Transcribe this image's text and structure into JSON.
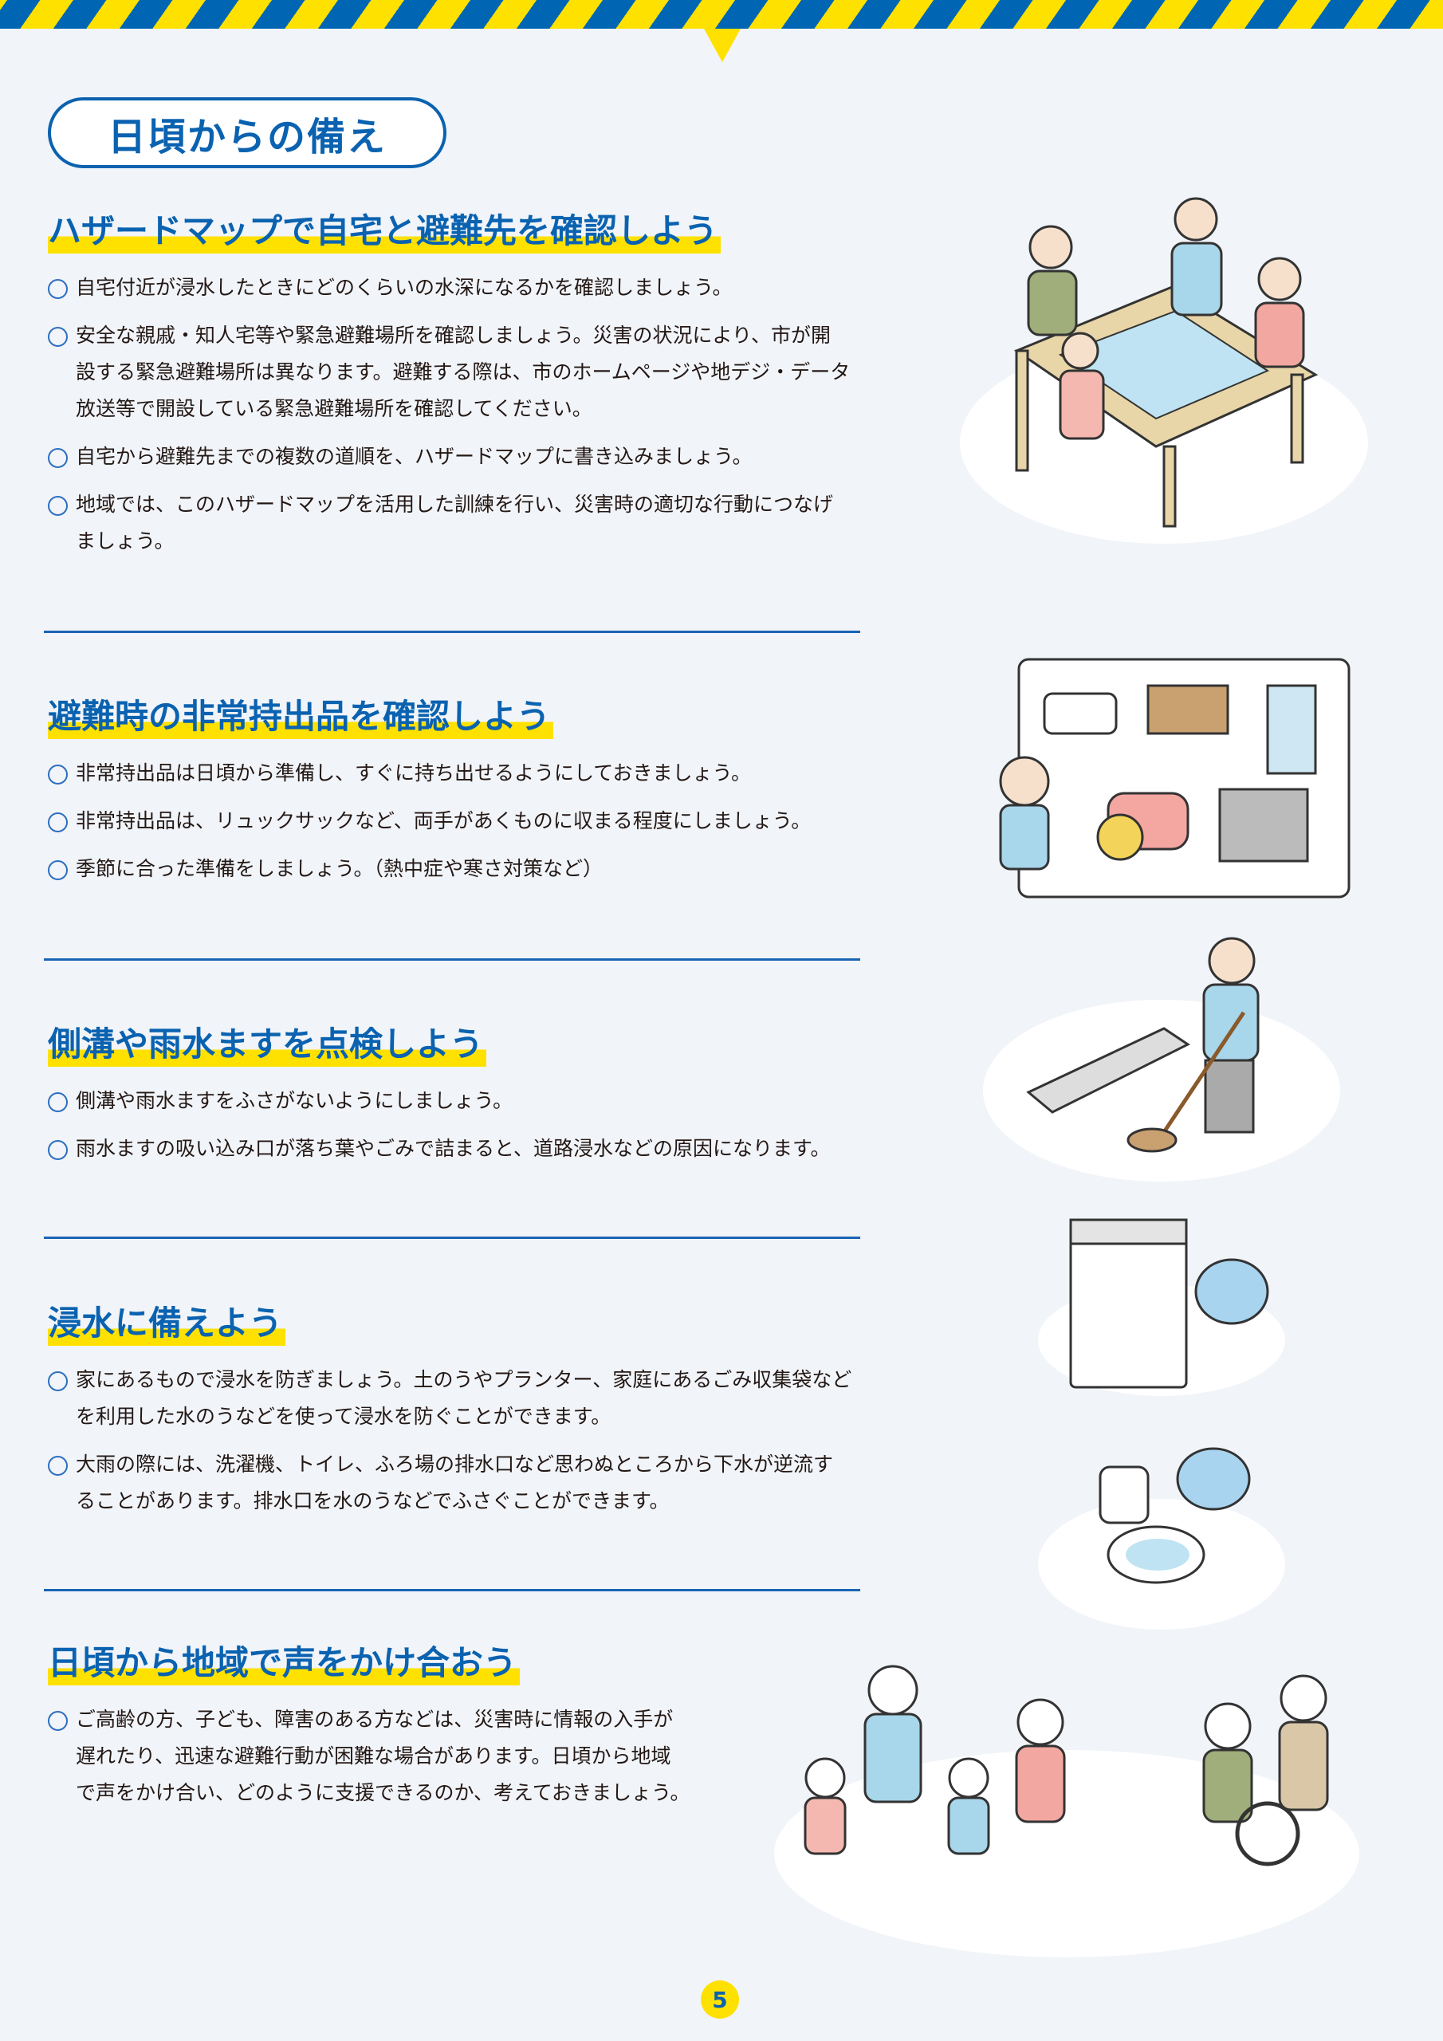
{
  "page_title": "日頃からの備え",
  "sections": [
    {
      "heading": "ハザードマップで自宅と避難先を確認しよう",
      "items": [
        [
          "自宅付近が浸水したときにどのくらいの水深になるかを確認しましょう。"
        ],
        [
          "安全な親戚・知人宅等や緊急避難場所を確認しましょう。災害の状況により、市が開",
          "設する緊急避難場所は異なります。避難する際は、市のホームページや地デジ・データ",
          "放送等で開設している緊急避難場所を確認してください。"
        ],
        [
          "自宅から避難先までの複数の道順を、ハザードマップに書き込みましょう。"
        ],
        [
          "地域では、このハザードマップを活用した訓練を行い、災害時の適切な行動につなげ",
          "ましょう。"
        ]
      ]
    },
    {
      "heading": "避難時の非常持出品を確認しよう",
      "items": [
        [
          "非常持出品は日頃から準備し、すぐに持ち出せるようにしておきましょう。"
        ],
        [
          "非常持出品は、リュックサックなど、両手があくものに収まる程度にしましょう。"
        ],
        [
          "季節に合った準備をしましょう。（熱中症や寒さ対策など）"
        ]
      ]
    },
    {
      "heading": "側溝や雨水ますを点検しよう",
      "items": [
        [
          "側溝や雨水ますをふさがないようにしましょう。"
        ],
        [
          "雨水ますの吸い込み口が落ち葉やごみで詰まると、道路浸水などの原因になります。"
        ]
      ]
    },
    {
      "heading": "浸水に備えよう",
      "items": [
        [
          "家にあるもので浸水を防ぎましょう。土のうやプランター、家庭にあるごみ収集袋など",
          "を利用した水のうなどを使って浸水を防ぐことができます。"
        ],
        [
          "大雨の際には、洗濯機、トイレ、ふろ場の排水口など思わぬところから下水が逆流す",
          "ることがあります。排水口を水のうなどでふさぐことができます。"
        ]
      ]
    },
    {
      "heading": "日頃から地域で声をかけ合おう",
      "items": [
        [
          "ご高齢の方、子ども、障害のある方などは、災害時に情報の入手が",
          "遅れたり、迅速な避難行動が困難な場合があります。日頃から地域",
          "で声をかけ合い、どのように支援できるのか、考えておきましょう。"
        ]
      ]
    }
  ],
  "page_number": "5",
  "colors": {
    "blue": "#0a62b0",
    "yellow": "#ffe100",
    "background": "#f1f4f8"
  }
}
